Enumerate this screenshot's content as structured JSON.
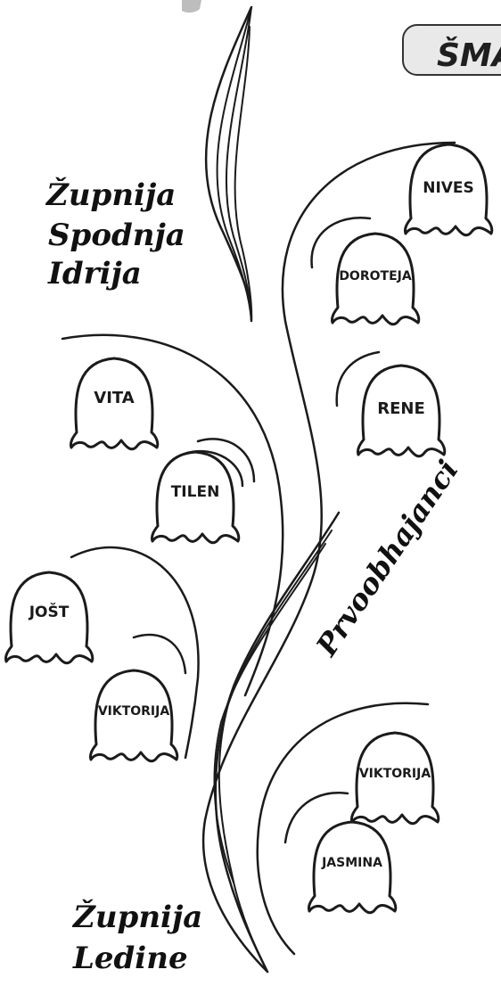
{
  "header": {
    "title_fragment": "ŠMA"
  },
  "parishes": {
    "top": [
      "Župnija",
      "Spodnja",
      "Idrija"
    ],
    "bottom": [
      "Župnija",
      "Ledine"
    ]
  },
  "side_label": "Prvoobhajanci",
  "names": [
    "NIVES",
    "DOROTEJA",
    "RENE",
    "VITA",
    "TILEN",
    "JOŠT",
    "VIKTORIJA",
    "VIKTORIJA",
    "JASMINA"
  ]
}
